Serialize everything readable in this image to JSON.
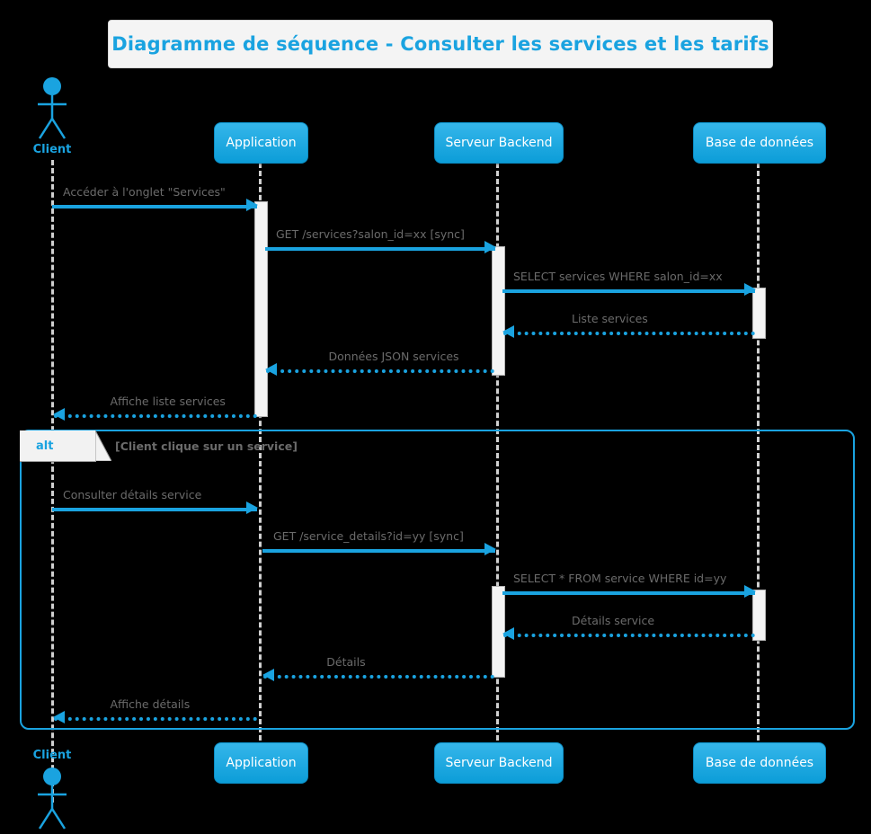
{
  "title": "Diagramme de séquence - Consulter les services et les tarifs",
  "colors": {
    "accent": "#1aa3e0",
    "participant_fill_top": "#35b6ea",
    "participant_fill_bottom": "#0c9dd8",
    "background": "#000000",
    "label_text": "#6b6b6b",
    "lifeline": "#d0d0d0",
    "activation_fill": "#f4f4f4",
    "title_panel": "#f4f4f4"
  },
  "participants": [
    {
      "id": "client",
      "name": "Client",
      "type": "actor"
    },
    {
      "id": "app",
      "name": "Application",
      "type": "box"
    },
    {
      "id": "backend",
      "name": "Serveur Backend",
      "type": "box"
    },
    {
      "id": "db",
      "name": "Base de données",
      "type": "box"
    }
  ],
  "messages": [
    {
      "id": "m1",
      "label": "Accéder à l'onglet \"Services\"",
      "from": "client",
      "to": "app",
      "style": "solid"
    },
    {
      "id": "m2",
      "label": "GET /services?salon_id=xx [sync]",
      "from": "app",
      "to": "backend",
      "style": "solid"
    },
    {
      "id": "m3",
      "label": "SELECT services WHERE salon_id=xx",
      "from": "backend",
      "to": "db",
      "style": "solid"
    },
    {
      "id": "m4",
      "label": "Liste services",
      "from": "db",
      "to": "backend",
      "style": "dotted"
    },
    {
      "id": "m5",
      "label": "Données JSON services",
      "from": "backend",
      "to": "app",
      "style": "dotted"
    },
    {
      "id": "m6",
      "label": "Affiche liste services",
      "from": "app",
      "to": "client",
      "style": "dotted"
    },
    {
      "id": "m7",
      "label": "Consulter détails service",
      "from": "client",
      "to": "app",
      "style": "solid"
    },
    {
      "id": "m8",
      "label": "GET /service_details?id=yy [sync]",
      "from": "app",
      "to": "backend",
      "style": "solid"
    },
    {
      "id": "m9",
      "label": "SELECT * FROM service WHERE id=yy",
      "from": "backend",
      "to": "db",
      "style": "solid"
    },
    {
      "id": "m10",
      "label": "Détails service",
      "from": "db",
      "to": "backend",
      "style": "dotted"
    },
    {
      "id": "m11",
      "label": "Détails",
      "from": "backend",
      "to": "app",
      "style": "dotted"
    },
    {
      "id": "m12",
      "label": "Affiche détails",
      "from": "app",
      "to": "client",
      "style": "dotted"
    }
  ],
  "fragment": {
    "operator": "alt",
    "condition": "[Client clique sur un service]"
  },
  "icons": {
    "actor": "stick-figure-icon"
  }
}
